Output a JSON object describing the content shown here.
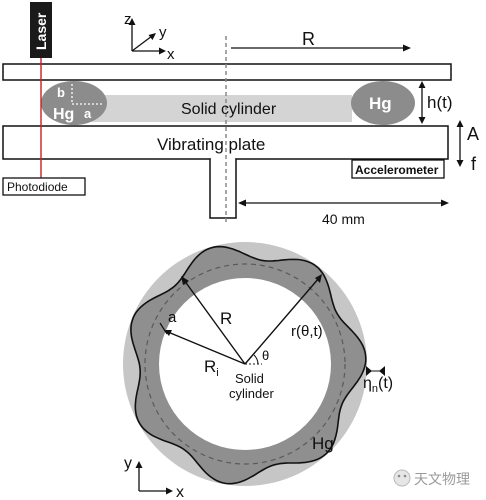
{
  "top": {
    "laser": "Laser",
    "axis_z": "z",
    "axis_y": "y",
    "axis_x": "x",
    "radius": "R",
    "hg_left": "Hg",
    "b": "b",
    "a": "a",
    "solid_cylinder": "Solid cylinder",
    "hg_right": "Hg",
    "gap": "h(t)",
    "amplitude": "A",
    "frequency": "f",
    "plate": "Vibrating plate",
    "photodiode": "Photodiode",
    "accelerometer": "Accelerometer",
    "distance": "40 mm"
  },
  "bottom": {
    "a": "a",
    "R": "R",
    "Ri": "R",
    "Ri_sub": "i",
    "r_theta_t": "r(θ,t)",
    "theta": "θ",
    "center_label_1": "Solid",
    "center_label_2": "cylinder",
    "eta_symbol": "η",
    "eta_sub": "n",
    "eta_tail": "(t)",
    "hg": "Hg",
    "axis_y": "y",
    "axis_x": "x"
  },
  "watermark": {
    "text": "天文物理"
  },
  "colors": {
    "laser_line": "#cc1f1f",
    "mercury": "#8c8c8c",
    "cylinder": "#d4d4d4",
    "outer_disk": "#c6c6c6",
    "ring": "#8f8f8f"
  }
}
